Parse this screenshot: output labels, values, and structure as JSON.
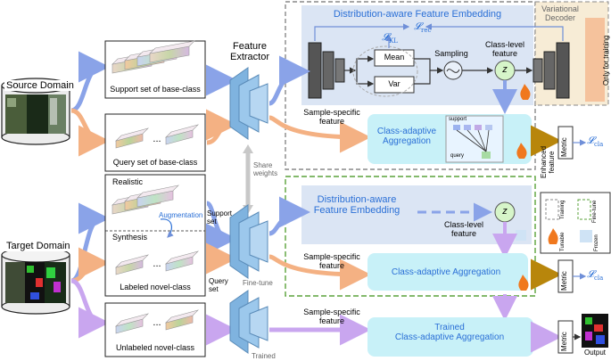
{
  "colors": {
    "blue_arrow": "#8aa3e8",
    "orange_arrow": "#f4b183",
    "purple_arrow": "#c9a6ef",
    "embed_bg": "#dbe5f4",
    "agg_bg": "#c8f1f8",
    "decoder_bg": "#f7ecd6",
    "gold": "#b8860b",
    "flame": "#f0781e",
    "text_blue": "#2a6fd6",
    "frozen": "#9ec3e6"
  },
  "left": {
    "source_domain": "Source Domain",
    "target_domain": "Target Domain",
    "support_base": "Support set of base-class",
    "query_base": "Query set of base-class",
    "realistic": "Realistic",
    "augmentation": "Augmentation",
    "synthesis": "Synthesis",
    "labeled_novel": "Labeled novel-class",
    "unlabeled_novel": "Unlabeled novel-class",
    "ellipsis": "..."
  },
  "middle": {
    "feature_extractor": "Feature\nExtractor",
    "share_weights": "Share\nweights",
    "support_set": "Support\nset",
    "query_set": "Query\nset",
    "fine_tune": "Fine-tune",
    "trained": "Trained"
  },
  "top_module": {
    "title": "Distribution-aware Feature Embedding",
    "l_kl": "𝓛",
    "l_kl_sub": "KL",
    "l_rec": "𝓛",
    "l_rec_sub": "rec",
    "mean": "Mean",
    "var": "Var",
    "sampling": "Sampling",
    "class_level_feature": "Class-level\nfeature",
    "z": "z",
    "variational_decoder": "Variational\nDecoder",
    "only_for_training": "Only for training",
    "sample_specific": "Sample-specific\nfeature",
    "cls_agg": "Class-adaptive\nAggregation",
    "support": "support",
    "query": "query",
    "enhanced_feature": "Enhanced\nfeature",
    "metric": "Metric",
    "l_cla": "𝓛",
    "l_cla_sub": "cla"
  },
  "mid_module": {
    "title": "Distribution-aware\nFeature Embedding",
    "class_level_feature": "Class-level\nfeature",
    "z": "z",
    "sample_specific": "Sample-specific\nfeature",
    "cls_agg": "Class-adaptive Aggregation",
    "metric": "Metric",
    "l_cla": "𝓛",
    "l_cla_sub": "cla"
  },
  "bottom_module": {
    "sample_specific": "Sample-specific\nfeature",
    "trained_agg": "Trained\nClass-adaptive Aggregation",
    "metric": "Metric",
    "output": "Output"
  },
  "legend": {
    "training": "Training",
    "fine_tune": "Fine-tune",
    "tunable": "Tunable",
    "frozen": "Frozen"
  }
}
